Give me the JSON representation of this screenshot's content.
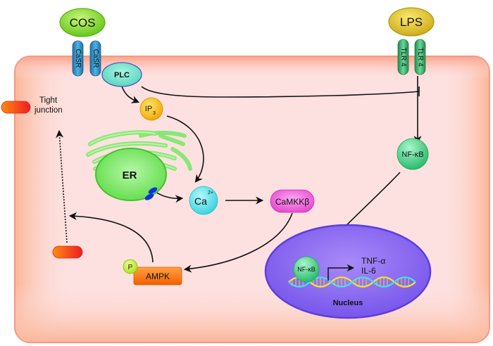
{
  "diagram": {
    "ligands": {
      "cos": "COS",
      "lps": "LPS"
    },
    "receptors": {
      "casr_1": "CaSR",
      "casr_2": "CaSR",
      "tlr4_1": "TLR 4",
      "tlr4_2": "TLR 4"
    },
    "molecules": {
      "plc": "PLC",
      "ip3_base": "IP",
      "ip3_sub": "3",
      "er": "ER",
      "ca_base": "Ca",
      "ca_sup": "2+",
      "camkkb": "CaMKKβ",
      "ampk": "AMPK",
      "phospho": "P",
      "nfkb_cyto": "NF-κB",
      "nfkb_nuc": "NF-κB"
    },
    "labels": {
      "tight_junction_line1": "Tight",
      "tight_junction_line2": "junction",
      "tnf": "TNF-α",
      "il6": "IL-6",
      "nucleus": "Nucleus"
    },
    "colors": {
      "cell_fill": "#fde1e0",
      "cell_border": "#f4a08c",
      "cos_green": "#7fd61c",
      "lps_yellow": "#e2c52a",
      "casr_blue": "#2f8fc4",
      "tlr4_green": "#3cb56a",
      "plc_teal": "#6fe0c8",
      "ip3_yellow": "#f5c518",
      "er_green": "#7ee86a",
      "ca_cyan": "#5fe3ea",
      "camkk_magenta": "#ee5fd8",
      "ampk_orange": "#ff7a10",
      "nfkb_green": "#3ed38a",
      "nucleus_purple": "#8a6cf0",
      "junction_red": "#f2401e"
    }
  }
}
